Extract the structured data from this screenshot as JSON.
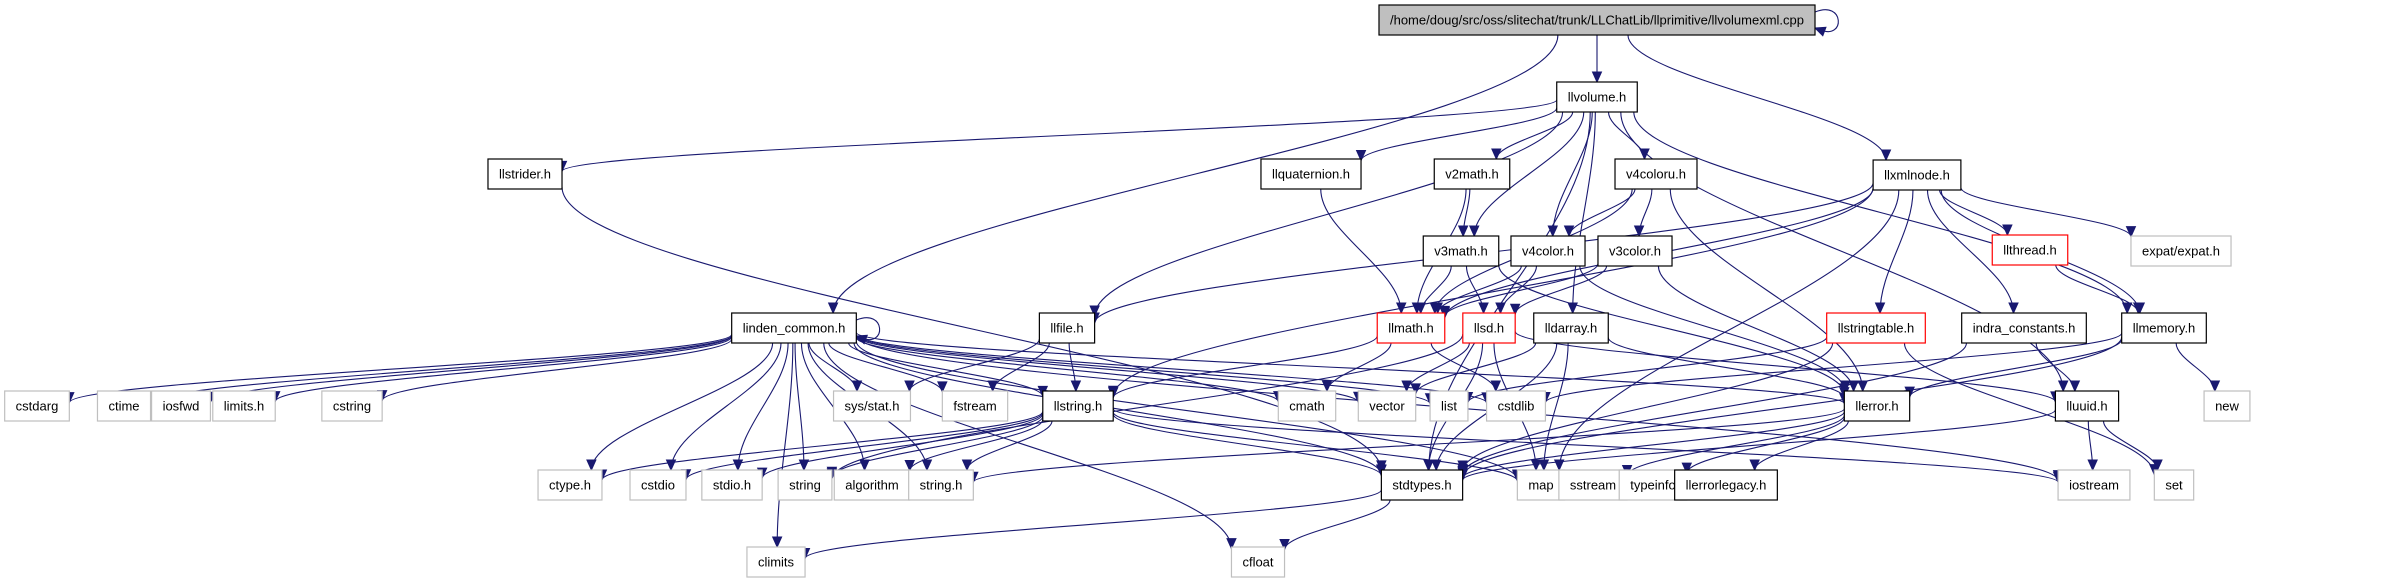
{
  "diagram": {
    "title": "Include dependency graph for llvolumexml.cpp",
    "styles": {
      "root": {
        "fill": "#bfbfbf",
        "stroke": "#000000"
      },
      "documented": {
        "fill": "#ffffff",
        "stroke": "#000000"
      },
      "incomplete": {
        "fill": "#ffffff",
        "stroke": "#ff0000"
      },
      "external": {
        "fill": "#ffffff",
        "stroke": "#bfbfbf"
      },
      "edge_color": "#191970"
    },
    "nodes": [
      {
        "id": "root",
        "label": "/home/doug/src/oss/slitechat/trunk/LLChatLib/llprimitive/llvolumexml.cpp",
        "kind": "root"
      },
      {
        "id": "llvolume",
        "label": "llvolume.h",
        "kind": "documented"
      },
      {
        "id": "llstrider",
        "label": "llstrider.h",
        "kind": "documented"
      },
      {
        "id": "llquaternion",
        "label": "llquaternion.h",
        "kind": "documented"
      },
      {
        "id": "v2math",
        "label": "v2math.h",
        "kind": "documented"
      },
      {
        "id": "v4coloru",
        "label": "v4coloru.h",
        "kind": "documented"
      },
      {
        "id": "llxmlnode",
        "label": "llxmlnode.h",
        "kind": "documented"
      },
      {
        "id": "v3math",
        "label": "v3math.h",
        "kind": "documented"
      },
      {
        "id": "v4color",
        "label": "v4color.h",
        "kind": "documented"
      },
      {
        "id": "v3color",
        "label": "v3color.h",
        "kind": "documented"
      },
      {
        "id": "llthread",
        "label": "llthread.h",
        "kind": "incomplete"
      },
      {
        "id": "expat",
        "label": "expat/expat.h",
        "kind": "external"
      },
      {
        "id": "linden_common",
        "label": "linden_common.h",
        "kind": "documented"
      },
      {
        "id": "llfile",
        "label": "llfile.h",
        "kind": "documented"
      },
      {
        "id": "llmath",
        "label": "llmath.h",
        "kind": "incomplete"
      },
      {
        "id": "llsd",
        "label": "llsd.h",
        "kind": "incomplete"
      },
      {
        "id": "lldarray",
        "label": "lldarray.h",
        "kind": "documented"
      },
      {
        "id": "llstringtable",
        "label": "llstringtable.h",
        "kind": "incomplete"
      },
      {
        "id": "indra_constants",
        "label": "indra_constants.h",
        "kind": "documented"
      },
      {
        "id": "llmemory",
        "label": "llmemory.h",
        "kind": "documented"
      },
      {
        "id": "cstdarg",
        "label": "cstdarg",
        "kind": "external"
      },
      {
        "id": "ctime",
        "label": "ctime",
        "kind": "external"
      },
      {
        "id": "iosfwd",
        "label": "iosfwd",
        "kind": "external"
      },
      {
        "id": "limits_h",
        "label": "limits.h",
        "kind": "external"
      },
      {
        "id": "cstring",
        "label": "cstring",
        "kind": "external"
      },
      {
        "id": "sys_stat",
        "label": "sys/stat.h",
        "kind": "external"
      },
      {
        "id": "fstream",
        "label": "fstream",
        "kind": "external"
      },
      {
        "id": "llstring",
        "label": "llstring.h",
        "kind": "documented"
      },
      {
        "id": "cmath",
        "label": "cmath",
        "kind": "external"
      },
      {
        "id": "vector",
        "label": "vector",
        "kind": "external"
      },
      {
        "id": "list",
        "label": "list",
        "kind": "external"
      },
      {
        "id": "cstdlib",
        "label": "cstdlib",
        "kind": "external"
      },
      {
        "id": "llerror",
        "label": "llerror.h",
        "kind": "documented"
      },
      {
        "id": "lluuid",
        "label": "lluuid.h",
        "kind": "documented"
      },
      {
        "id": "new",
        "label": "new",
        "kind": "external"
      },
      {
        "id": "ctype_h",
        "label": "ctype.h",
        "kind": "external"
      },
      {
        "id": "cstdio",
        "label": "cstdio",
        "kind": "external"
      },
      {
        "id": "stdio_h",
        "label": "stdio.h",
        "kind": "external"
      },
      {
        "id": "string",
        "label": "string",
        "kind": "external"
      },
      {
        "id": "algorithm",
        "label": "algorithm",
        "kind": "external"
      },
      {
        "id": "string_h",
        "label": "string.h",
        "kind": "external"
      },
      {
        "id": "stdtypes",
        "label": "stdtypes.h",
        "kind": "documented"
      },
      {
        "id": "map",
        "label": "map",
        "kind": "external"
      },
      {
        "id": "sstream",
        "label": "sstream",
        "kind": "external"
      },
      {
        "id": "typeinfo",
        "label": "typeinfo",
        "kind": "external"
      },
      {
        "id": "llerrorlegacy",
        "label": "llerrorlegacy.h",
        "kind": "documented"
      },
      {
        "id": "iostream",
        "label": "iostream",
        "kind": "external"
      },
      {
        "id": "set",
        "label": "set",
        "kind": "external"
      },
      {
        "id": "climits",
        "label": "climits",
        "kind": "external"
      },
      {
        "id": "cfloat",
        "label": "cfloat",
        "kind": "external"
      }
    ],
    "edges": [
      [
        "root",
        "root"
      ],
      [
        "root",
        "llvolume"
      ],
      [
        "root",
        "linden_common"
      ],
      [
        "root",
        "llxmlnode"
      ],
      [
        "llvolume",
        "llstrider"
      ],
      [
        "llvolume",
        "llquaternion"
      ],
      [
        "llvolume",
        "v2math"
      ],
      [
        "llvolume",
        "v4coloru"
      ],
      [
        "llvolume",
        "v3math"
      ],
      [
        "llvolume",
        "v4color"
      ],
      [
        "llvolume",
        "llfile"
      ],
      [
        "llvolume",
        "lldarray"
      ],
      [
        "llvolume",
        "llmemory"
      ],
      [
        "llvolume",
        "lluuid"
      ],
      [
        "llvolume",
        "stdtypes"
      ],
      [
        "llstrider",
        "stdtypes"
      ],
      [
        "llquaternion",
        "llmath"
      ],
      [
        "v2math",
        "v3math"
      ],
      [
        "v2math",
        "llmath"
      ],
      [
        "v4coloru",
        "v4color"
      ],
      [
        "v4coloru",
        "v3color"
      ],
      [
        "v4coloru",
        "llmath"
      ],
      [
        "v4coloru",
        "llerror"
      ],
      [
        "v3math",
        "llmath"
      ],
      [
        "v3math",
        "llsd"
      ],
      [
        "v3math",
        "llerror"
      ],
      [
        "v4color",
        "llmath"
      ],
      [
        "v4color",
        "llsd"
      ],
      [
        "v4color",
        "llerror"
      ],
      [
        "v3color",
        "llmath"
      ],
      [
        "v3color",
        "llsd"
      ],
      [
        "v3color",
        "llerror"
      ],
      [
        "llxmlnode",
        "llthread"
      ],
      [
        "llxmlnode",
        "expat"
      ],
      [
        "llxmlnode",
        "llstringtable"
      ],
      [
        "llxmlnode",
        "indra_constants"
      ],
      [
        "llxmlnode",
        "llmemory"
      ],
      [
        "llxmlnode",
        "llfile"
      ],
      [
        "llxmlnode",
        "llstring"
      ],
      [
        "llxmlnode",
        "llmath"
      ],
      [
        "llxmlnode",
        "map"
      ],
      [
        "llthread",
        "llmemory"
      ],
      [
        "linden_common",
        "linden_common"
      ],
      [
        "linden_common",
        "cstdarg"
      ],
      [
        "linden_common",
        "ctime"
      ],
      [
        "linden_common",
        "iosfwd"
      ],
      [
        "linden_common",
        "limits_h"
      ],
      [
        "linden_common",
        "cstring"
      ],
      [
        "linden_common",
        "sys_stat"
      ],
      [
        "linden_common",
        "fstream"
      ],
      [
        "linden_common",
        "llstring"
      ],
      [
        "linden_common",
        "cmath"
      ],
      [
        "linden_common",
        "vector"
      ],
      [
        "linden_common",
        "list"
      ],
      [
        "linden_common",
        "cstdlib"
      ],
      [
        "linden_common",
        "llerror"
      ],
      [
        "linden_common",
        "ctype_h"
      ],
      [
        "linden_common",
        "cstdio"
      ],
      [
        "linden_common",
        "stdio_h"
      ],
      [
        "linden_common",
        "string"
      ],
      [
        "linden_common",
        "algorithm"
      ],
      [
        "linden_common",
        "string_h"
      ],
      [
        "linden_common",
        "stdtypes"
      ],
      [
        "linden_common",
        "map"
      ],
      [
        "linden_common",
        "iostream"
      ],
      [
        "linden_common",
        "climits"
      ],
      [
        "linden_common",
        "cfloat"
      ],
      [
        "llfile",
        "sys_stat"
      ],
      [
        "llfile",
        "fstream"
      ],
      [
        "llfile",
        "llstring"
      ],
      [
        "llmath",
        "cmath"
      ],
      [
        "llmath",
        "cstdlib"
      ],
      [
        "llmath",
        "llstring"
      ],
      [
        "llsd",
        "vector"
      ],
      [
        "llsd",
        "map"
      ],
      [
        "llsd",
        "stdtypes"
      ],
      [
        "llsd",
        "lluuid"
      ],
      [
        "llsd",
        "string"
      ],
      [
        "lldarray",
        "vector"
      ],
      [
        "lldarray",
        "map"
      ],
      [
        "lldarray",
        "llerror"
      ],
      [
        "lldarray",
        "stdtypes"
      ],
      [
        "llstringtable",
        "list"
      ],
      [
        "llstringtable",
        "set"
      ],
      [
        "llstringtable",
        "stdtypes"
      ],
      [
        "indra_constants",
        "lluuid"
      ],
      [
        "indra_constants",
        "stdtypes"
      ],
      [
        "llmemory",
        "new"
      ],
      [
        "llmemory",
        "cstdlib"
      ],
      [
        "llmemory",
        "llerror"
      ],
      [
        "llmemory",
        "stdtypes"
      ],
      [
        "llstring",
        "ctype_h"
      ],
      [
        "llstring",
        "cstdio"
      ],
      [
        "llstring",
        "stdio_h"
      ],
      [
        "llstring",
        "string"
      ],
      [
        "llstring",
        "algorithm"
      ],
      [
        "llstring",
        "string_h"
      ],
      [
        "llstring",
        "stdtypes"
      ],
      [
        "llstring",
        "map"
      ],
      [
        "llstring",
        "iostream"
      ],
      [
        "llerror",
        "sstream"
      ],
      [
        "llerror",
        "typeinfo"
      ],
      [
        "llerror",
        "llerrorlegacy"
      ],
      [
        "llerror",
        "stdtypes"
      ],
      [
        "llerror",
        "string_h"
      ],
      [
        "lluuid",
        "iostream"
      ],
      [
        "lluuid",
        "set"
      ],
      [
        "lluuid",
        "stdtypes"
      ],
      [
        "stdtypes",
        "climits"
      ],
      [
        "stdtypes",
        "cfloat"
      ]
    ]
  }
}
